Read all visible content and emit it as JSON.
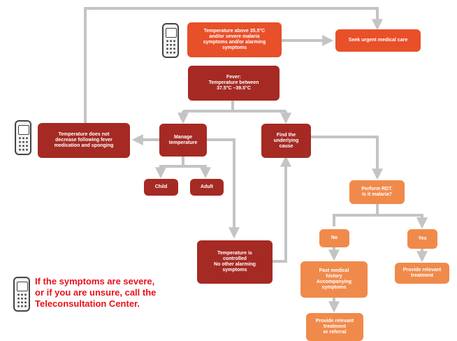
{
  "nodes": {
    "temp_high": "Temperature above 35.5°C\nand/or severe malaria\nsymptoms and/or alarming\nsymptoms",
    "seek_care": "Seek urgent medical care",
    "fever": "Fever:\nTemperature between\n37.5°C –39.5°C",
    "not_decrease": "Temperature does not\ndecrease following fever\nmedication and sponging",
    "manage": "Manage\ntemperature",
    "find_cause": "Find the\nunderlying\ncause",
    "child": "Child",
    "adult": "Adult",
    "rdt": "Perform RDT.\nIs it malaria?",
    "no": "No",
    "yes": "Yes",
    "controlled": "Temperature is\ncontrolled\nNo other alarming\nsymptoms",
    "past_history": "Past medical\nhistory\nAccompanying\nsymptoms",
    "treatment_yes": "Provide relevant\ntreatment",
    "treatment_no": "Provide relevant\ntreatment\nor referral"
  },
  "warning": "If the symptoms are severe,\nor if you are unsure, call the\nTeleconsultation Center.",
  "icons": [
    "phone-icon",
    "arrow-icon"
  ],
  "colors": {
    "dark_red": "#a52a23",
    "red_orange": "#e8502a",
    "orange": "#f08a4b",
    "arrow_gray": "#c4c4c4",
    "warning_red": "#e8101a"
  }
}
